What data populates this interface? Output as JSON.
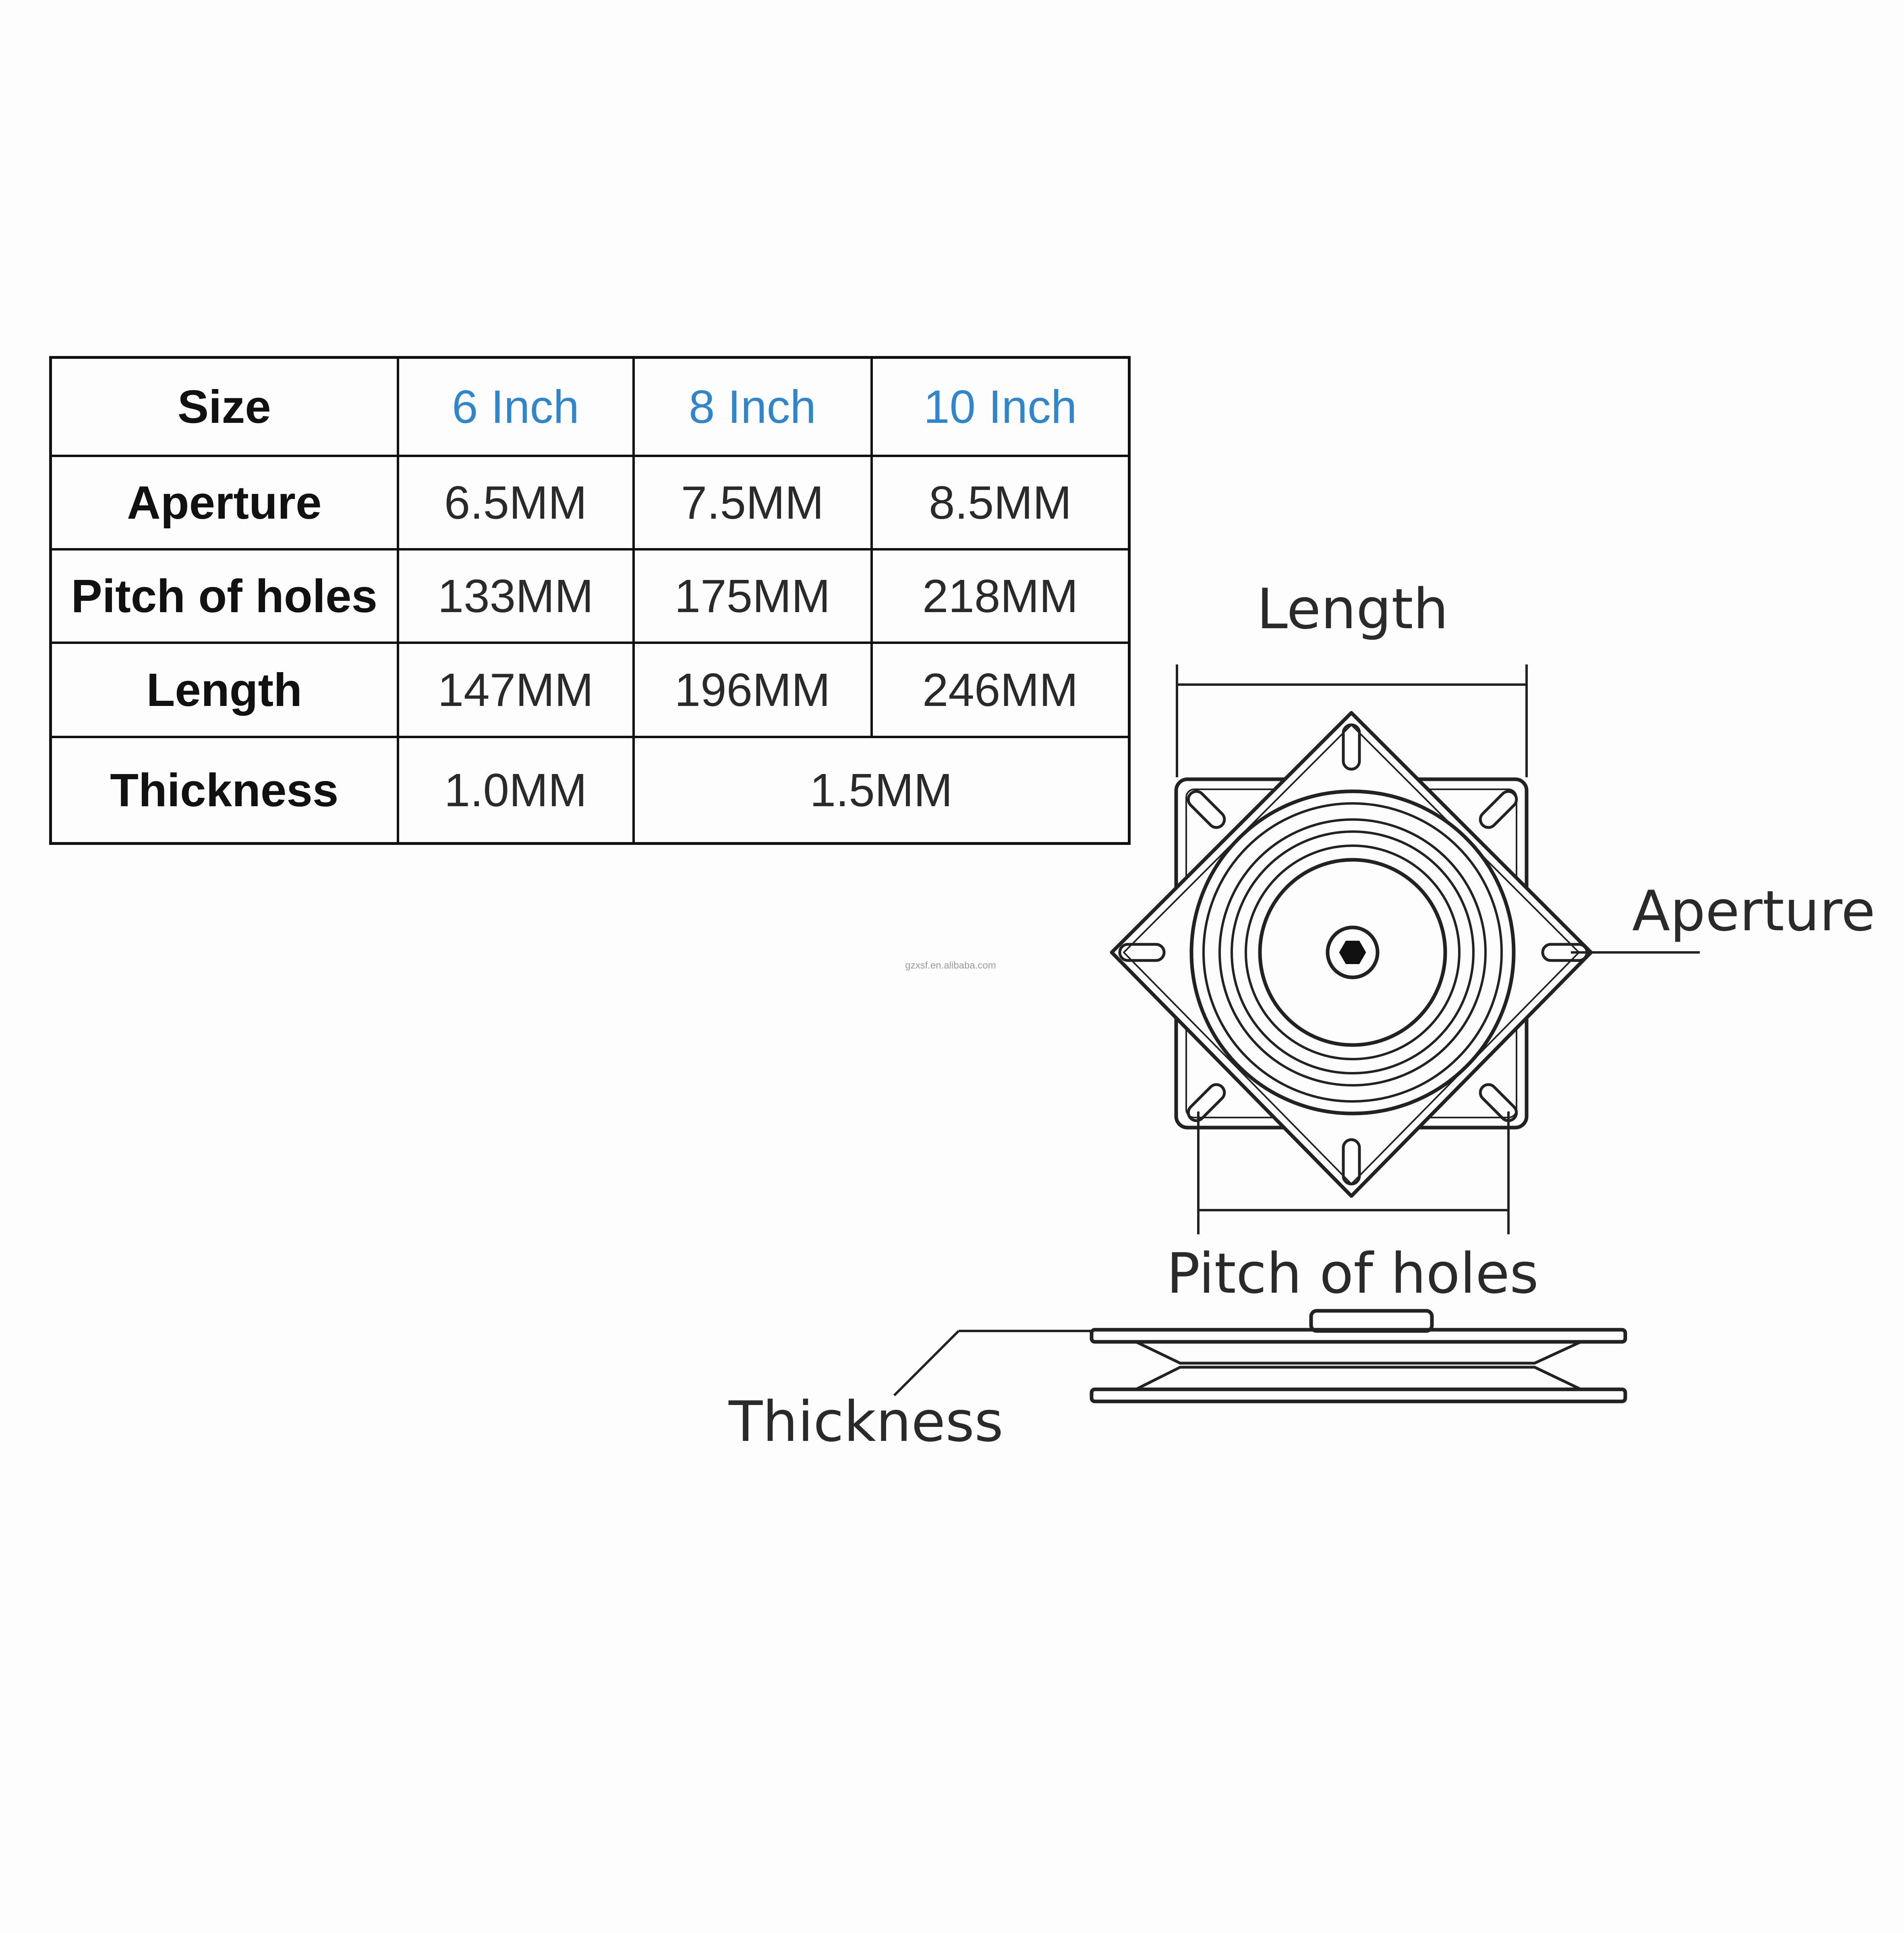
{
  "table": {
    "header": {
      "label": "Size",
      "sizes": [
        "6 Inch",
        "8 Inch",
        "10 Inch"
      ]
    },
    "rows": [
      {
        "label": "Aperture",
        "values": [
          "6.5MM",
          "7.5MM",
          "8.5MM"
        ]
      },
      {
        "label": "Pitch of holes",
        "values": [
          "133MM",
          "175MM",
          "218MM"
        ]
      },
      {
        "label": "Length",
        "values": [
          "147MM",
          "196MM",
          "246MM"
        ]
      }
    ],
    "thickness": {
      "label": "Thickness",
      "six_inch": "1.0MM",
      "eight_ten_inch": "1.5MM"
    }
  },
  "diagram": {
    "length_label": "Length",
    "aperture_label": "Aperture",
    "pitch_label": "Pitch of holes",
    "thickness_label": "Thickness",
    "watermark": "gzxsf.en.alibaba.com"
  },
  "colors": {
    "header_blue": "#2f86cc",
    "line": "#111111",
    "text": "#2a2a2a"
  }
}
